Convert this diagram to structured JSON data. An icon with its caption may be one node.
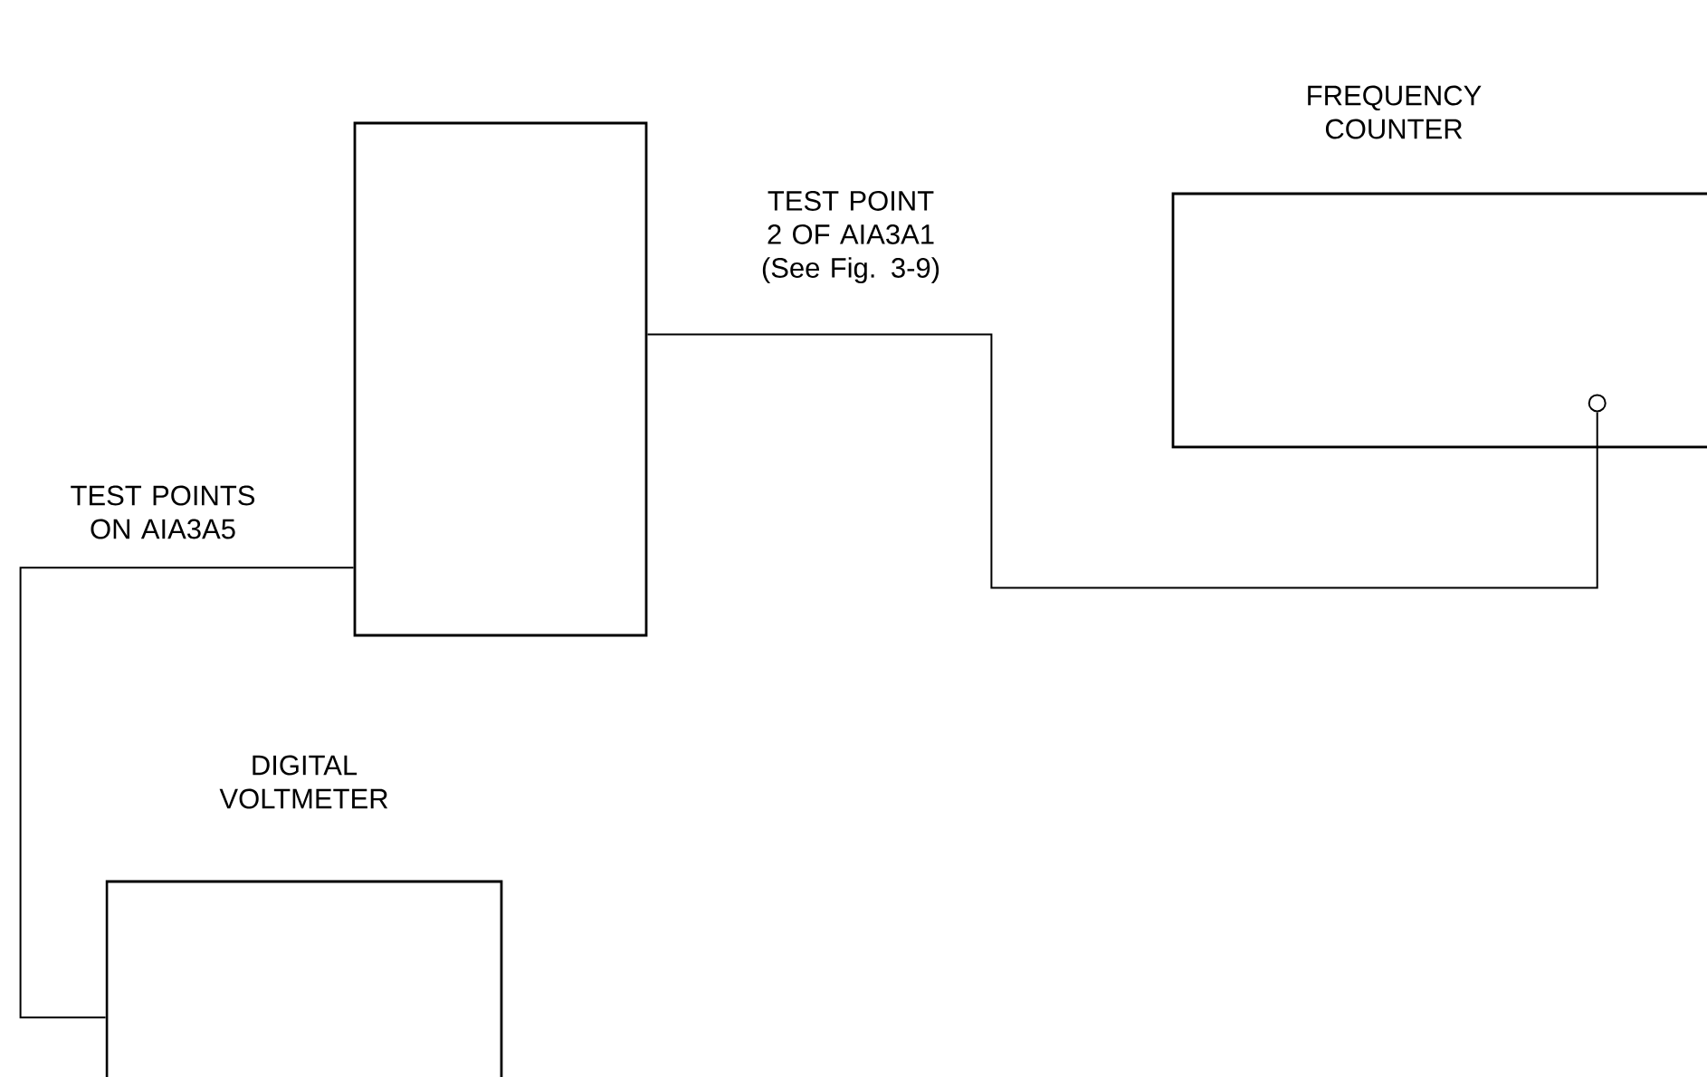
{
  "diagram": {
    "nodes": [
      {
        "text": [],
        "shape": "box"
      },
      {
        "text": [
          "FREQUENCY COUNTER"
        ]
      },
      {
        "text": [
          "DIGITAL VOLTMETER"
        ]
      }
    ],
    "edges": [
      {
        "from": 0,
        "to": 1,
        "arrow": "other",
        "label": "TEST POINT 2 OF AIA3A1 (See Fig. 3-9)"
      },
      {
        "from": 2,
        "to": 0,
        "arrow": "none",
        "label": "TEST POINTS ON AIA3A5"
      }
    ]
  }
}
